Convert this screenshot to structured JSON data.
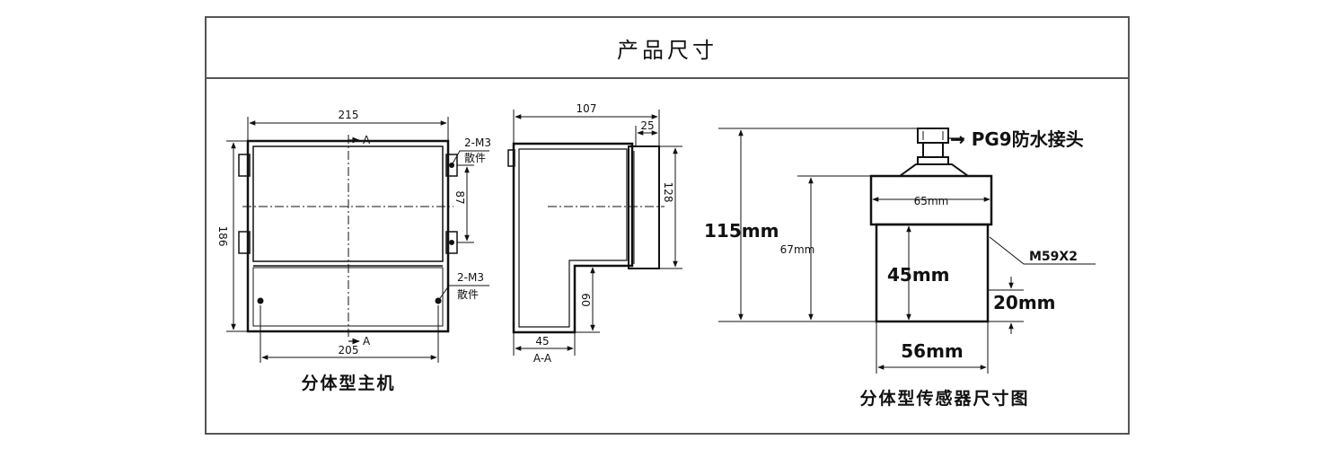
{
  "title": "产品尺寸",
  "host": {
    "caption": "分体型主机",
    "width_top": "215",
    "width_bottom": "205",
    "height_left": "186",
    "height_inner": "87",
    "section_marker": "A",
    "mount_label_top_1": "2-M3",
    "mount_label_top_2": "散件",
    "mount_label_bottom_1": "2-M3",
    "mount_label_bottom_2": "散件"
  },
  "section": {
    "depth_top": "107",
    "lip": "25",
    "height_right": "128",
    "lower_height": "60",
    "lower_width": "45",
    "section_label": "A-A"
  },
  "sensor": {
    "caption": "分体型传感器尺寸图",
    "connector_label": "→ PG9防水接头",
    "total_height": "115mm",
    "body_height": "67mm",
    "flange_width": "65mm",
    "thread_label": "M59X2",
    "probe_height": "45mm",
    "thread_height": "20mm",
    "probe_width": "56mm"
  }
}
